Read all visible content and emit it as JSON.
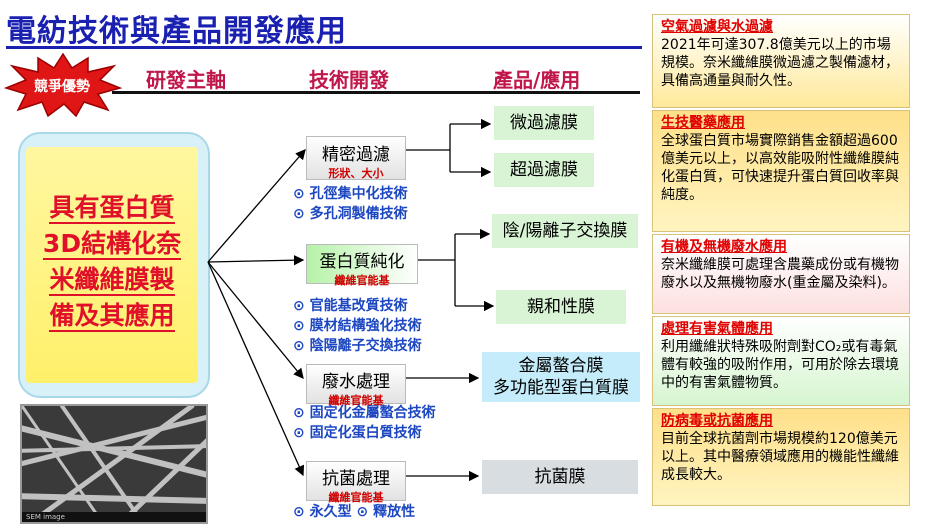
{
  "title": "電紡技術與產品開發應用",
  "badge": "競爭優勢",
  "columns": {
    "axis": "研發主軸",
    "tech": "技術開發",
    "product": "產品/應用"
  },
  "main_topic": {
    "lines": [
      "具有蛋白質",
      "3D結構化奈",
      "米纖維膜製",
      "備及其應用"
    ]
  },
  "photo_footer": "SEM image",
  "tech_nodes": [
    {
      "label": "精密過濾",
      "sub": "形狀、大小",
      "bullets": [
        "⊙ 孔徑集中化技術",
        "⊙ 多孔洞製備技術"
      ]
    },
    {
      "label": "蛋白質純化",
      "sub": "纖維官能基",
      "bullets": [
        "⊙ 官能基改質技術",
        "⊙ 膜材結構強化技術",
        "⊙ 陰陽離子交換技術"
      ]
    },
    {
      "label": "廢水處理",
      "sub": "纖維官能基",
      "bullets": [
        "⊙ 固定化金屬螯合技術",
        "⊙ 固定化蛋白質技術"
      ]
    },
    {
      "label": "抗菌處理",
      "sub": "纖維官能基",
      "bullets": [
        "⊙ 永久型 ⊙ 釋放性"
      ]
    }
  ],
  "products": [
    "微過濾膜",
    "超過濾膜",
    "陰/陽離子交換膜",
    "親和性膜",
    "金屬螯合膜",
    "多功能型蛋白質膜",
    "抗菌膜"
  ],
  "apps": [
    {
      "head": "空氣過濾與水過濾",
      "body": "2021年可達307.8億美元以上的市場規模。奈米纖維膜微過濾之製備濾材，具備高通量與耐久性。"
    },
    {
      "head": "生技醫藥應用",
      "body": "全球蛋白質市場實際銷售金額超過600億美元以上，以高效能吸附性纖維膜純化蛋白質，可快速提升蛋白質回收率與純度。"
    },
    {
      "head": "有機及無機廢水應用",
      "body": "奈米纖維膜可處理含農藥成份或有機物廢水以及無機物廢水(重金屬及染料)。"
    },
    {
      "head": "處理有害氣體應用",
      "body": "利用纖維狀特殊吸附劑對CO₂或有毒氣體有較強的吸附作用，可用於除去環境中的有害氣體物質。"
    },
    {
      "head": "防病毒或抗菌應用",
      "body": "目前全球抗菌劑市場規模約120億美元以上。其中醫療領域應用的機能性纖維成長較大。"
    }
  ],
  "colors": {
    "title": "#1a20b0",
    "accent_red": "#e0102a",
    "bullet_blue": "#1c47c0"
  }
}
